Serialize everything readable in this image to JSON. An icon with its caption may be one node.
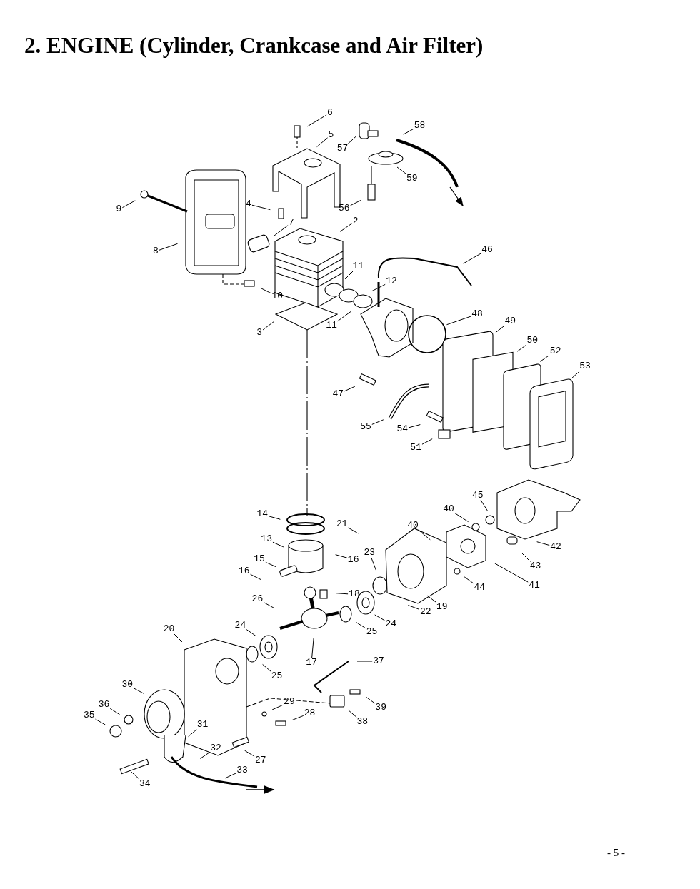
{
  "diagram": {
    "title": "2. ENGINE (Cylinder, Crankcase and Air Filter)",
    "nodes": [
      {
        "text": [
          "6"
        ]
      },
      {
        "text": [
          "5"
        ]
      },
      {
        "text": [
          "57"
        ]
      },
      {
        "text": [
          "58"
        ]
      },
      {
        "text": [
          "59"
        ]
      },
      {
        "text": [
          "56"
        ]
      },
      {
        "text": [
          "9"
        ]
      },
      {
        "text": [
          "4"
        ]
      },
      {
        "text": [
          "7"
        ]
      },
      {
        "text": [
          "2"
        ]
      },
      {
        "text": [
          "8"
        ]
      },
      {
        "text": [
          "46"
        ]
      },
      {
        "text": [
          "11"
        ]
      },
      {
        "text": [
          "12"
        ]
      },
      {
        "text": [
          "10"
        ]
      },
      {
        "text": [
          "3"
        ]
      },
      {
        "text": [
          "11"
        ]
      },
      {
        "text": [
          "48"
        ]
      },
      {
        "text": [
          "49"
        ]
      },
      {
        "text": [
          "50"
        ]
      },
      {
        "text": [
          "52"
        ]
      },
      {
        "text": [
          "53"
        ]
      },
      {
        "text": [
          "47"
        ]
      },
      {
        "text": [
          "55"
        ]
      },
      {
        "text": [
          "54"
        ]
      },
      {
        "text": [
          "51"
        ]
      },
      {
        "text": [
          "45"
        ]
      },
      {
        "text": [
          "40"
        ]
      },
      {
        "text": [
          "14"
        ]
      },
      {
        "text": [
          "21"
        ]
      },
      {
        "text": [
          "40"
        ]
      },
      {
        "text": [
          "13"
        ]
      },
      {
        "text": [
          "16"
        ]
      },
      {
        "text": [
          "42"
        ]
      },
      {
        "text": [
          "15"
        ]
      },
      {
        "text": [
          "43"
        ]
      },
      {
        "text": [
          "16"
        ]
      },
      {
        "text": [
          "23"
        ]
      },
      {
        "text": [
          "18"
        ]
      },
      {
        "text": [
          "44"
        ]
      },
      {
        "text": [
          "41"
        ]
      },
      {
        "text": [
          "19"
        ]
      },
      {
        "text": [
          "26"
        ]
      },
      {
        "text": [
          "22"
        ]
      },
      {
        "text": [
          "24"
        ]
      },
      {
        "text": [
          "25"
        ]
      },
      {
        "text": [
          "24"
        ]
      },
      {
        "text": [
          "20"
        ]
      },
      {
        "text": [
          "17"
        ]
      },
      {
        "text": [
          "25"
        ]
      },
      {
        "text": [
          "37"
        ]
      },
      {
        "text": [
          "30"
        ]
      },
      {
        "text": [
          "29"
        ]
      },
      {
        "text": [
          "39"
        ]
      },
      {
        "text": [
          "36"
        ]
      },
      {
        "text": [
          "28"
        ]
      },
      {
        "text": [
          "38"
        ]
      },
      {
        "text": [
          "35"
        ]
      },
      {
        "text": [
          "31"
        ]
      },
      {
        "text": [
          "27"
        ]
      },
      {
        "text": [
          "32"
        ]
      },
      {
        "text": [
          "34"
        ]
      },
      {
        "text": [
          "33"
        ]
      }
    ],
    "edges": [
      {
        "from": 0,
        "to": null,
        "arrow": "none"
      },
      {
        "from": 1,
        "to": null,
        "arrow": "none"
      },
      {
        "from": 2,
        "to": null,
        "arrow": "none"
      },
      {
        "from": 3,
        "to": null,
        "arrow": "none"
      },
      {
        "from": 4,
        "to": null,
        "arrow": "none"
      },
      {
        "from": 5,
        "to": null,
        "arrow": "none"
      },
      {
        "from": 6,
        "to": null,
        "arrow": "none"
      },
      {
        "from": 7,
        "to": null,
        "arrow": "none"
      },
      {
        "from": 8,
        "to": null,
        "arrow": "none"
      },
      {
        "from": 9,
        "to": null,
        "arrow": "none"
      },
      {
        "from": 10,
        "to": null,
        "arrow": "none"
      },
      {
        "from": 11,
        "to": null,
        "arrow": "none"
      },
      {
        "from": 12,
        "to": null,
        "arrow": "none"
      },
      {
        "from": 13,
        "to": null,
        "arrow": "none"
      },
      {
        "from": 14,
        "to": null,
        "arrow": "none"
      },
      {
        "from": 15,
        "to": null,
        "arrow": "none"
      },
      {
        "from": 16,
        "to": null,
        "arrow": "none"
      },
      {
        "from": 17,
        "to": null,
        "arrow": "none"
      },
      {
        "from": 18,
        "to": null,
        "arrow": "none"
      },
      {
        "from": 19,
        "to": null,
        "arrow": "none"
      },
      {
        "from": 20,
        "to": null,
        "arrow": "none"
      },
      {
        "from": 21,
        "to": null,
        "arrow": "none"
      },
      {
        "from": 22,
        "to": null,
        "arrow": "none"
      },
      {
        "from": 23,
        "to": null,
        "arrow": "none"
      },
      {
        "from": 24,
        "to": null,
        "arrow": "none"
      },
      {
        "from": 25,
        "to": null,
        "arrow": "none"
      },
      {
        "from": 26,
        "to": null,
        "arrow": "none"
      },
      {
        "from": 27,
        "to": null,
        "arrow": "none"
      },
      {
        "from": 28,
        "to": null,
        "arrow": "none"
      },
      {
        "from": 29,
        "to": null,
        "arrow": "none"
      },
      {
        "from": 30,
        "to": null,
        "arrow": "none"
      },
      {
        "from": 31,
        "to": null,
        "arrow": "none"
      },
      {
        "from": 32,
        "to": null,
        "arrow": "none"
      },
      {
        "from": 33,
        "to": null,
        "arrow": "none"
      },
      {
        "from": 34,
        "to": null,
        "arrow": "none"
      },
      {
        "from": 35,
        "to": null,
        "arrow": "none"
      },
      {
        "from": 36,
        "to": null,
        "arrow": "none"
      },
      {
        "from": 37,
        "to": null,
        "arrow": "none"
      },
      {
        "from": 38,
        "to": null,
        "arrow": "none"
      },
      {
        "from": 39,
        "to": null,
        "arrow": "none"
      },
      {
        "from": 40,
        "to": null,
        "arrow": "none"
      },
      {
        "from": 41,
        "to": null,
        "arrow": "none"
      },
      {
        "from": 42,
        "to": null,
        "arrow": "none"
      },
      {
        "from": 43,
        "to": null,
        "arrow": "none"
      },
      {
        "from": 44,
        "to": null,
        "arrow": "none"
      },
      {
        "from": 45,
        "to": null,
        "arrow": "none"
      },
      {
        "from": 46,
        "to": null,
        "arrow": "none"
      },
      {
        "from": 47,
        "to": null,
        "arrow": "none"
      },
      {
        "from": 48,
        "to": null,
        "arrow": "none"
      },
      {
        "from": 49,
        "to": null,
        "arrow": "none"
      },
      {
        "from": 50,
        "to": null,
        "arrow": "none"
      },
      {
        "from": 51,
        "to": null,
        "arrow": "none"
      },
      {
        "from": 52,
        "to": null,
        "arrow": "none"
      },
      {
        "from": 53,
        "to": null,
        "arrow": "none"
      },
      {
        "from": 54,
        "to": null,
        "arrow": "none"
      },
      {
        "from": 55,
        "to": null,
        "arrow": "none"
      },
      {
        "from": 56,
        "to": null,
        "arrow": "none"
      },
      {
        "from": 57,
        "to": null,
        "arrow": "none"
      },
      {
        "from": 58,
        "to": null,
        "arrow": "none"
      },
      {
        "from": 59,
        "to": null,
        "arrow": "none"
      },
      {
        "from": 60,
        "to": null,
        "arrow": "none"
      },
      {
        "from": 61,
        "to": null,
        "arrow": "none"
      },
      {
        "from": 62,
        "to": null,
        "arrow": "none"
      }
    ],
    "labels": [
      "- 5 -"
    ]
  }
}
